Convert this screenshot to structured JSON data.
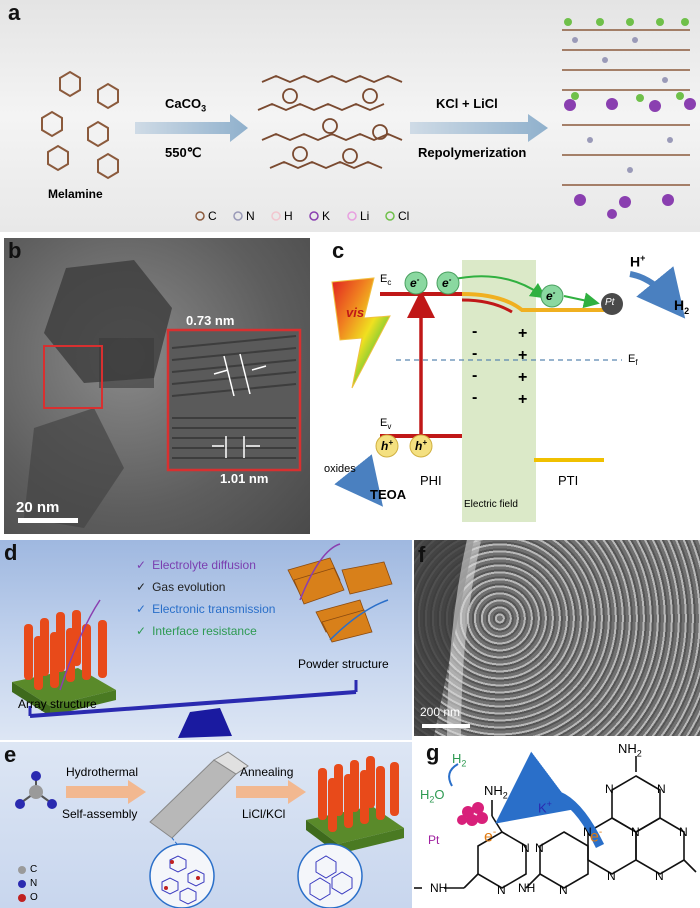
{
  "panel_a": {
    "label": "a",
    "melamine": "Melamine",
    "step1_reagent": "CaCO",
    "step1_sub": "3",
    "step1_temp": "550℃",
    "step2_reagent": "KCl + LiCl",
    "step2_label": "Repolymerization",
    "legend": [
      "C",
      "N",
      "H",
      "K",
      "Li",
      "Cl"
    ],
    "legend_colors": [
      "#8b5a3c",
      "#9a9ab8",
      "#f2c6cf",
      "#8a3fb0",
      "#e8a0e0",
      "#6fc04a"
    ]
  },
  "panel_b": {
    "label": "b",
    "spacing1": "0.73 nm",
    "spacing2": "1.01 nm",
    "scale": "20 nm"
  },
  "panel_c": {
    "label": "c",
    "vis": "vis",
    "electron": "e",
    "electron_sup": "-",
    "hole": "h",
    "hole_sup": "+",
    "Ec": "E",
    "Ec_sub": "c",
    "Ev": "E",
    "Ev_sub": "v",
    "Ef": "E",
    "Ef_sub": "f",
    "pt": "Pt",
    "hplus": "H",
    "hplus_sup": "+",
    "h2": "H",
    "h2_sub": "2",
    "minus": "-",
    "plus": "+",
    "phi": "PHI",
    "pti": "PTI",
    "field": "Electric field",
    "oxides": "oxides",
    "teoa": "TEOA"
  },
  "panel_d": {
    "label": "d",
    "check": "✓",
    "items": [
      {
        "text": "Electrolyte diffusion",
        "color": "#7a3fb0"
      },
      {
        "text": "Gas evolution",
        "color": "#222222"
      },
      {
        "text": "Electronic transmission",
        "color": "#2a6fc9"
      },
      {
        "text": "Interface resistance",
        "color": "#2e9a52"
      }
    ],
    "array": "Array structure",
    "powder": "Powder structure"
  },
  "panel_e": {
    "label": "e",
    "step1_top": "Hydrothermal",
    "step1_bottom": "Self-assembly",
    "step2_top": "Annealing",
    "step2_bottom": "LiCl/KCl",
    "legend": [
      "C",
      "N",
      "O"
    ],
    "legend_colors": [
      "#9a9a9a",
      "#2a2ab0",
      "#c02020"
    ]
  },
  "panel_f": {
    "label": "f",
    "scale": "200 nm"
  },
  "panel_g": {
    "label": "g",
    "nh2_top": "NH",
    "nh2_sub": "2",
    "n": "N",
    "nh": "NH",
    "h2": "H",
    "h2_sub": "2",
    "h2o_a": "H",
    "h2o_sub": "2",
    "h2o_b": "O",
    "pt": "Pt",
    "kplus": "K",
    "kplus_sup": "+",
    "electron": "e",
    "electron_sup": "-"
  }
}
